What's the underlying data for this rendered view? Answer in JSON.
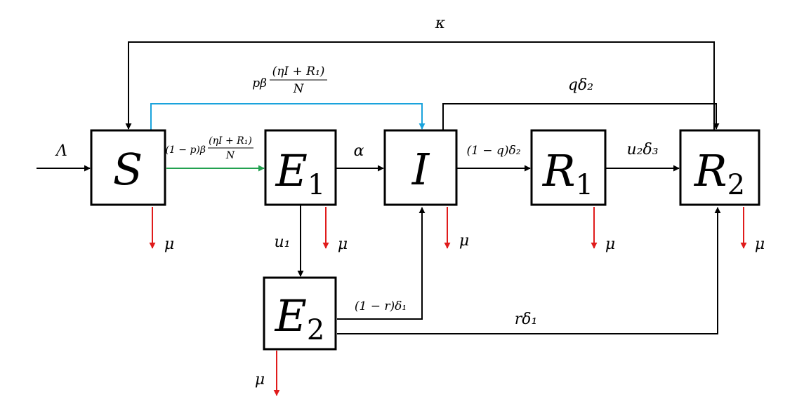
{
  "compartments": {
    "S": {
      "main": "S",
      "sub": ""
    },
    "E1": {
      "main": "E",
      "sub": "1"
    },
    "I": {
      "main": "I",
      "sub": ""
    },
    "R1": {
      "main": "R",
      "sub": "1"
    },
    "R2": {
      "main": "R",
      "sub": "2"
    },
    "E2": {
      "main": "E",
      "sub": "2"
    }
  },
  "rates": {
    "recruitment": "Λ",
    "kappa": "κ",
    "direct_infection_coef": "pβ",
    "direct_infection_num": "(ηI + R₁)",
    "direct_infection_den": "N",
    "exposure_coef": "(1 − p)β",
    "exposure_num": "(ηI + R₁)",
    "exposure_den": "N",
    "alpha": "α",
    "i_to_r1": "(1 − q)δ₂",
    "q_delta2": "qδ₂",
    "u2_delta3": "u₂δ₃",
    "u1": "u₁",
    "e2_to_i": "(1 − r)δ₁",
    "r_delta1": "rδ₁",
    "mu": "μ"
  },
  "colors": {
    "black": "#000000",
    "blue": "#1aa3dc",
    "green": "#22a150",
    "red": "#e01b1b"
  }
}
